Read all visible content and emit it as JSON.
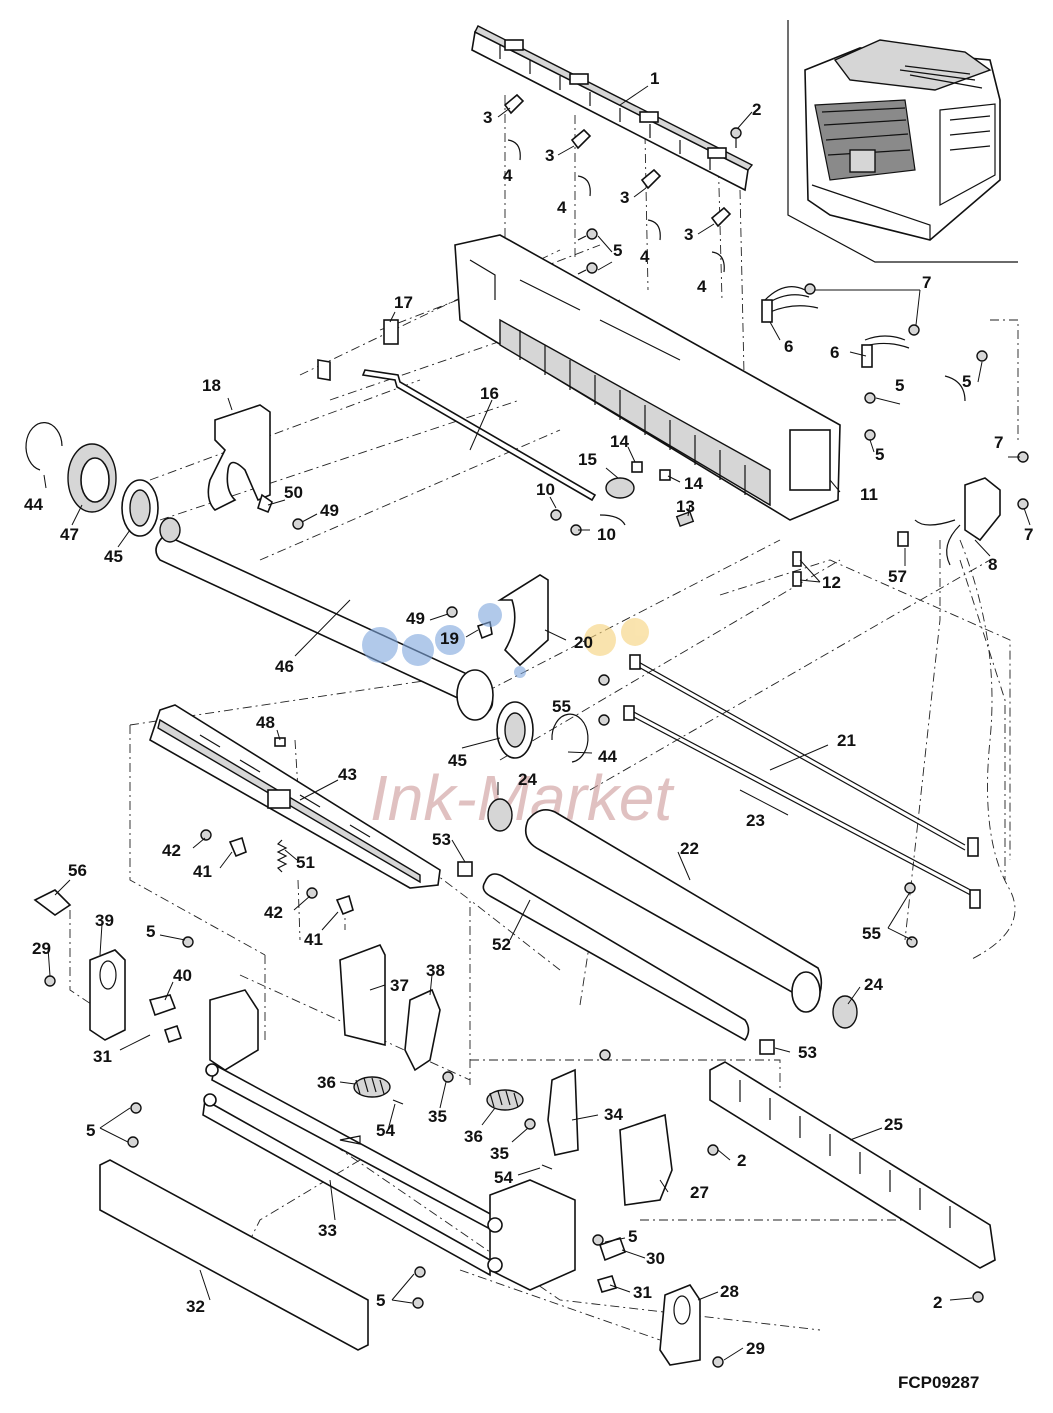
{
  "figure": {
    "code": "FCP09287",
    "watermark": "Ink-Market"
  },
  "callouts": {
    "c1": "1",
    "c2a": "2",
    "c2b": "2",
    "c2c": "2",
    "c3a": "3",
    "c3b": "3",
    "c3c": "3",
    "c3d": "3",
    "c4a": "4",
    "c4b": "4",
    "c4c": "4",
    "c4d": "4",
    "c5a": "5",
    "c5b": "5",
    "c5c": "5",
    "c5d": "5",
    "c5e": "5",
    "c5f": "5",
    "c5g": "5",
    "c5h": "5",
    "c6a": "6",
    "c6b": "6",
    "c7a": "7",
    "c7b": "7",
    "c7c": "7",
    "c8": "8",
    "c10a": "10",
    "c10b": "10",
    "c11": "11",
    "c12": "12",
    "c13": "13",
    "c14a": "14",
    "c14b": "14",
    "c15": "15",
    "c16": "16",
    "c17": "17",
    "c18": "18",
    "c19": "19",
    "c20": "20",
    "c21": "21",
    "c22": "22",
    "c23": "23",
    "c24a": "24",
    "c24b": "24",
    "c25": "25",
    "c27": "27",
    "c28": "28",
    "c29a": "29",
    "c29b": "29",
    "c30": "30",
    "c31a": "31",
    "c31b": "31",
    "c32": "32",
    "c33": "33",
    "c34": "34",
    "c35a": "35",
    "c35b": "35",
    "c36a": "36",
    "c36b": "36",
    "c37": "37",
    "c38": "38",
    "c39": "39",
    "c40": "40",
    "c41a": "41",
    "c41b": "41",
    "c42a": "42",
    "c42b": "42",
    "c43": "43",
    "c44a": "44",
    "c44b": "44",
    "c45a": "45",
    "c45b": "45",
    "c46": "46",
    "c47": "47",
    "c48": "48",
    "c49a": "49",
    "c49b": "49",
    "c50": "50",
    "c51": "51",
    "c52": "52",
    "c53a": "53",
    "c53b": "53",
    "c54a": "54",
    "c54b": "54",
    "c55a": "55",
    "c55b": "55",
    "c56": "56",
    "c57": "57"
  }
}
